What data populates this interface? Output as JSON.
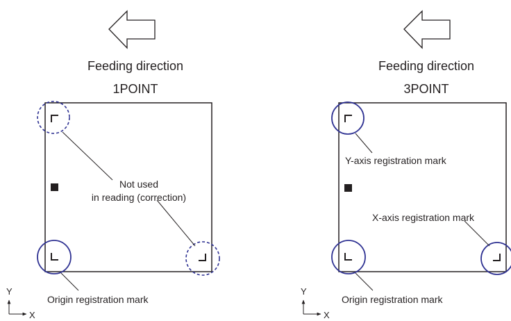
{
  "colors": {
    "line": "#231f20",
    "circle": "#2e3192",
    "background": "#ffffff"
  },
  "panels": [
    {
      "feed_label": "Feeding direction",
      "mode_label": "1POINT",
      "note_line1": "Not used",
      "note_line2": "in reading (correction)",
      "origin_label": "Origin registration mark",
      "axis_y": "Y",
      "axis_x": "X"
    },
    {
      "feed_label": "Feeding direction",
      "mode_label": "3POINT",
      "y_mark_label": "Y-axis registration mark",
      "x_mark_label": "X-axis registration mark",
      "origin_label": "Origin registration mark",
      "axis_y": "Y",
      "axis_x": "X"
    }
  ]
}
